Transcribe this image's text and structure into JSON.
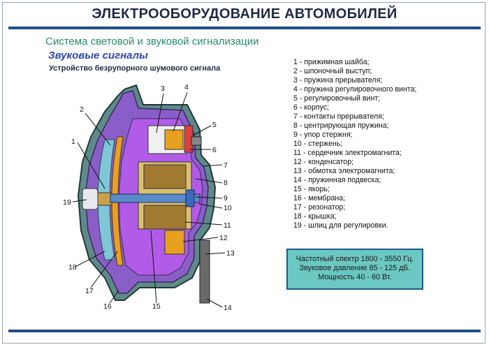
{
  "header": {
    "title": "ЭЛЕКТРООБОРУДОВАНИЕ АВТОМОБИЛЕЙ"
  },
  "subtitles": {
    "system": "Система световой и звуковой сигнализации",
    "section": "Звуковые сигналы",
    "device": "Устройство безрупорного шумового сигнала"
  },
  "legend": [
    "1 - прижимная шайба;",
    "2 - шпоночный выступ;",
    "3 - пружина прерывателя;",
    "4 - пружина регулировочного винта;",
    "5 - регулировочный винт;",
    "6 - корпус;",
    "7 - контакты прерывателя;",
    "8 - центрирующая пружина;",
    "9 - упор стержня;",
    "10 - стержень;",
    "11 - сердечник электромагнита;",
    "12 - конденсатор;",
    "13 - обмотка электромагнита;",
    "14 - пружинная подвеска;",
    "15 - якорь;",
    "16 - мембрана;",
    "17 - резонатор;",
    "18 - крышка;",
    "19 - шлиц для регулировки."
  ],
  "specs": [
    "Частотный спектр 1800 - 3550 Гц.",
    "Звуковое давление 85 - 125 дБ.",
    "Мощность 40 - 60 Вт."
  ],
  "callouts": [
    "1",
    "2",
    "3",
    "4",
    "5",
    "6",
    "7",
    "8",
    "9",
    "10",
    "11",
    "12",
    "13",
    "14",
    "15",
    "16",
    "17",
    "18",
    "19"
  ],
  "colors": {
    "title_rule": "#1f4e8c",
    "cover": "#8a5ec8",
    "body_cavity": "#b15be8",
    "resonator": "#7fc6d6",
    "membrane": "#e8a020",
    "core": "#d9c070",
    "coil": "#a07a30",
    "housing": "#5e8a8a",
    "spec_box": "#6bc7c2",
    "text_green": "#2a8a6e",
    "text_blue": "#2d48a8"
  }
}
